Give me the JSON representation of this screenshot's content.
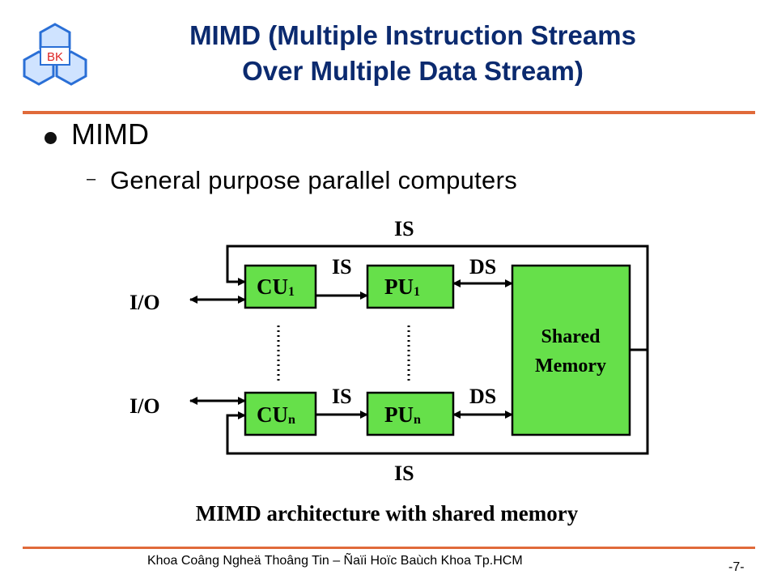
{
  "header": {
    "title_line1": "MIMD (Multiple Instruction Streams",
    "title_line2": "Over Multiple Data Stream)",
    "logo_text": "BK"
  },
  "content": {
    "bullet": "MIMD",
    "sub_bullet_marker": "–",
    "sub_bullet": "General purpose parallel computers"
  },
  "diagram": {
    "is_top": "IS",
    "is_bottom": "IS",
    "is_1": "IS",
    "ds_1": "DS",
    "is_n": "IS",
    "ds_n": "DS",
    "io_1": "I/O",
    "io_n": "I/O",
    "cu1_main": "CU",
    "cu1_sub": "1",
    "pu1_main": "PU",
    "pu1_sub": "1",
    "cun_main": "CU",
    "cun_sub": "n",
    "pun_main": "PU",
    "pun_sub": "n",
    "memory_line1": "Shared",
    "memory_line2": "Memory",
    "caption": "MIMD architecture with shared memory",
    "box_fill": "#66e04a"
  },
  "footer": {
    "text": "Khoa Coâng Ngheä Thoâng Tin – Ñaïi Hoïc Baùch Khoa Tp.HCM",
    "page": "-7-"
  },
  "colors": {
    "title": "#0b2a6f",
    "rule": "#e06a3a"
  }
}
